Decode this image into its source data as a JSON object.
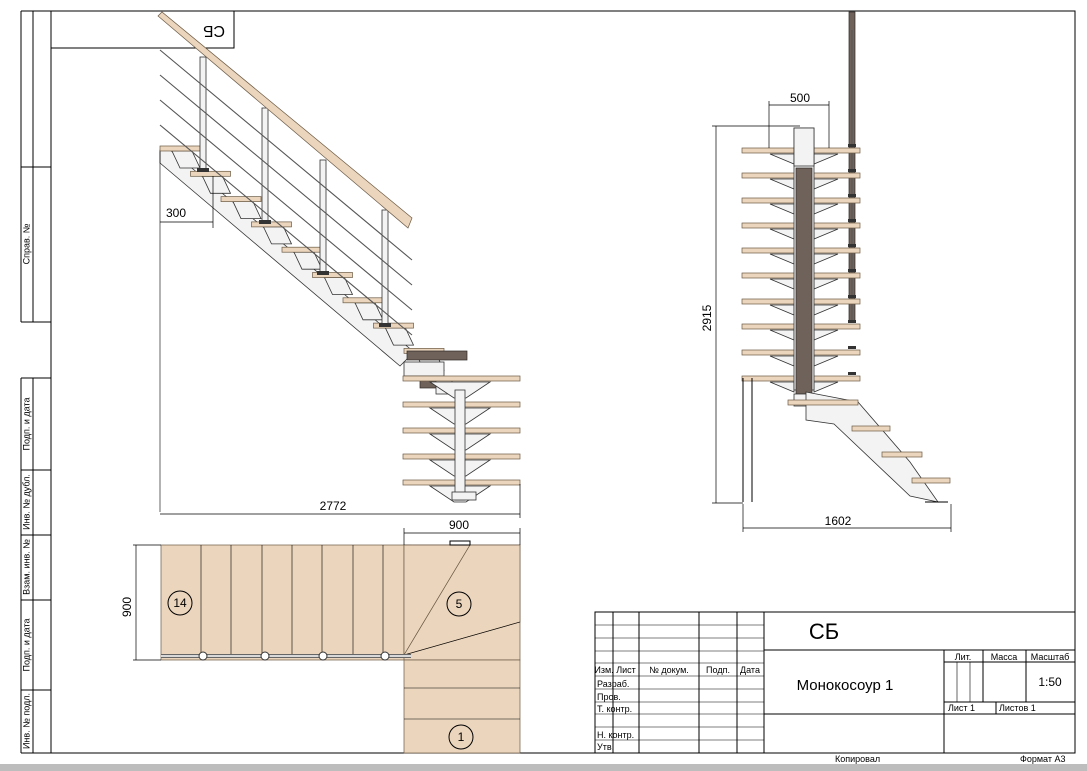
{
  "corner_stamp": "СБ",
  "side_labels": {
    "sprav_no": "Справ. №",
    "podp_data_1": "Подп. и дата",
    "inv_dubl": "Инв. № дубл.",
    "vzam_inv": "Взам. инв. №",
    "podp_data_2": "Подп. и дата",
    "inv_podl": "Инв. № подл."
  },
  "dimensions": {
    "tread_depth": "300",
    "total_length": "2772",
    "landing_width": "900",
    "plan_width": "900",
    "stringer_width": "500",
    "total_height": "2915",
    "side_length": "1602"
  },
  "step_labels": {
    "upper_flight": "14",
    "winder": "5",
    "first_step": "1"
  },
  "title_block": {
    "doc_code": "СБ",
    "name": "Монокосоур 1",
    "col_headers": [
      "Изм.",
      "Лист",
      "№ докум.",
      "Подп.",
      "Дата"
    ],
    "rows": [
      "Разраб.",
      "Пров.",
      "Т. контр.",
      "Н. контр.",
      "Утв."
    ],
    "lit": "Лит.",
    "massa": "Масса",
    "masshtab": "Масштаб",
    "scale": "1:50",
    "sheet": "Лист 1",
    "sheets": "Листов 1"
  },
  "footer": {
    "copied": "Копировал",
    "format": "Формат А3"
  }
}
